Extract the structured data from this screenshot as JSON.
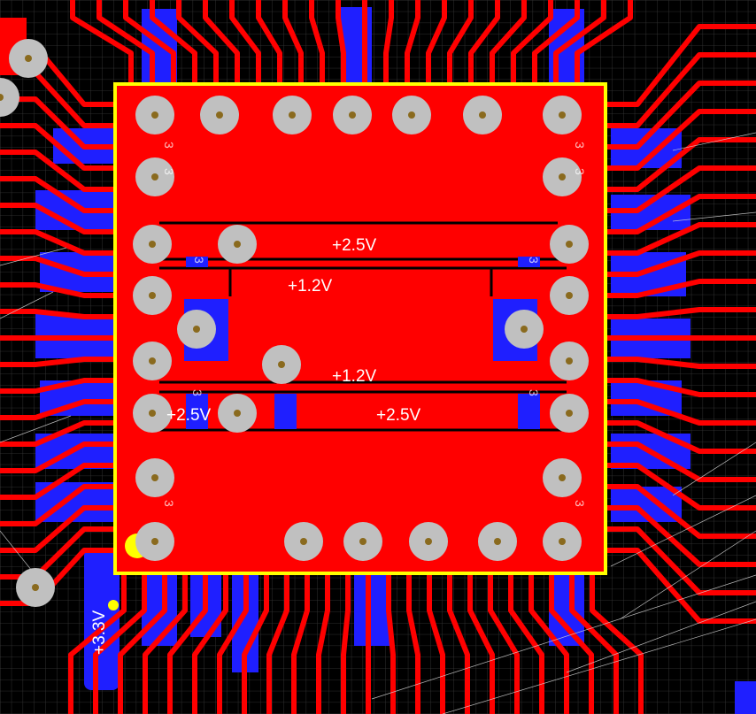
{
  "colors": {
    "background": "#000000",
    "grid": "#3a3a3a",
    "top_copper": "#ff0000",
    "bottom_copper": "#1f1fff",
    "outline": "#ffff00",
    "pad": "#c0c0c0",
    "drill": "#8a6a1e",
    "ratsnest": "#cfcfcf",
    "net_label": "#ffffff"
  },
  "net_labels": {
    "top_rail": "+2.5V",
    "upper_plane": "+1.2V",
    "middle_rail": "+1.2V",
    "bottom_rail_left": "+2.5V",
    "bottom_rail_right": "+2.5V",
    "vertical_label": "+3.3V"
  }
}
